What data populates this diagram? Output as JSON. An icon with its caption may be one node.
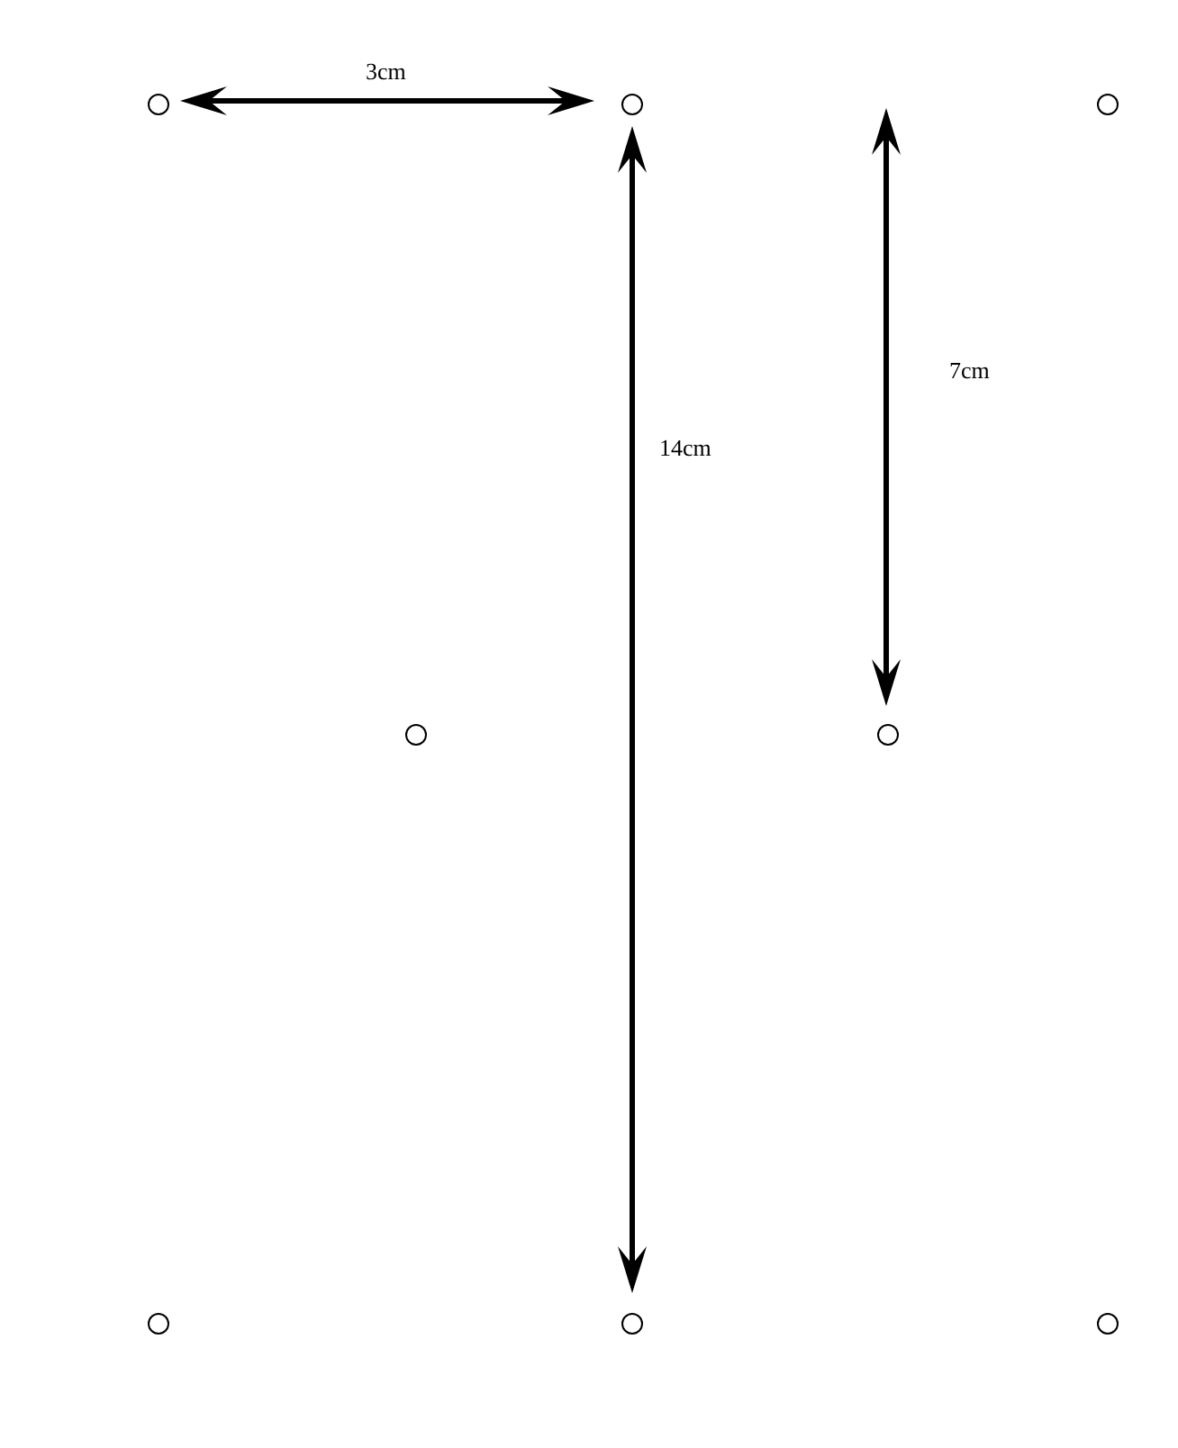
{
  "diagram": {
    "nodes": [
      {
        "text": [],
        "shape": "circle"
      },
      {
        "text": [],
        "shape": "circle"
      },
      {
        "text": [],
        "shape": "circle"
      },
      {
        "text": [],
        "shape": "circle"
      },
      {
        "text": [],
        "shape": "circle"
      },
      {
        "text": [],
        "shape": "circle"
      },
      {
        "text": [],
        "shape": "circle"
      },
      {
        "text": [],
        "shape": "circle"
      }
    ],
    "labels": [
      "3cm",
      "7cm",
      "14cm"
    ]
  }
}
